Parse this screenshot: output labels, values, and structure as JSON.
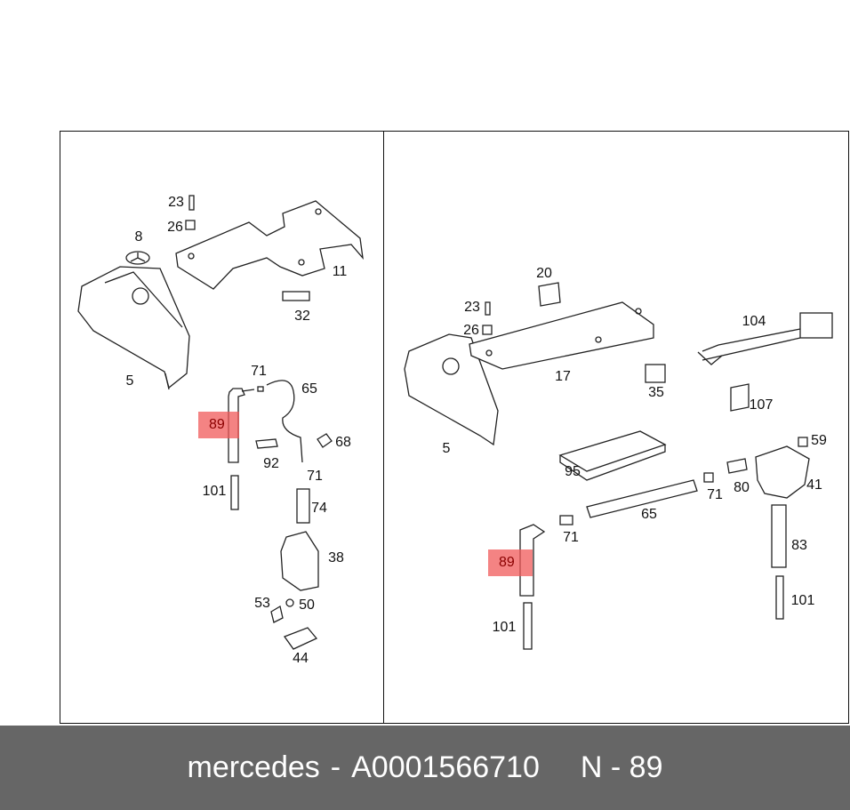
{
  "diagram": {
    "left_panel_labels": [
      "23",
      "26",
      "8",
      "11",
      "32",
      "5",
      "71",
      "65",
      "68",
      "92",
      "71",
      "101",
      "74",
      "38",
      "53",
      "50",
      "44"
    ],
    "right_panel_labels": [
      "20",
      "23",
      "26",
      "104",
      "17",
      "35",
      "107",
      "5",
      "59",
      "95",
      "41",
      "80",
      "71",
      "65",
      "71",
      "83",
      "101",
      "101"
    ],
    "highlighted_part": "89",
    "highlight_color": "#f05a5a"
  },
  "footer": {
    "brand": "mercedes",
    "separator": "-",
    "part_number": "A0001566710",
    "position_label": "N - 89"
  }
}
